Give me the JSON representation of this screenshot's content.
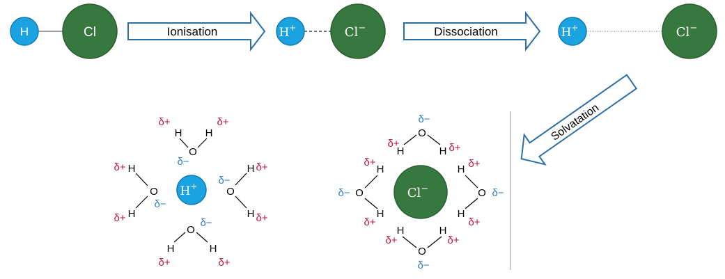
{
  "atoms": {
    "h": "H",
    "cl": "Cl",
    "h_ion": "H",
    "h_charge": "+",
    "cl_ion": "Cl",
    "cl_charge": "−",
    "o": "O",
    "delta_plus": "δ+",
    "delta_minus": "δ−"
  },
  "steps": {
    "ionisation": "Ionisation",
    "dissociation": "Dissociation",
    "solvatation": "Solvatation"
  },
  "colors": {
    "hydrogen": "#1aa3e0",
    "chlorine": "#37783f",
    "delta_plus": "#c0143c",
    "delta_minus": "#2a7fc1",
    "arrow_outline": "#2a6fa8"
  }
}
